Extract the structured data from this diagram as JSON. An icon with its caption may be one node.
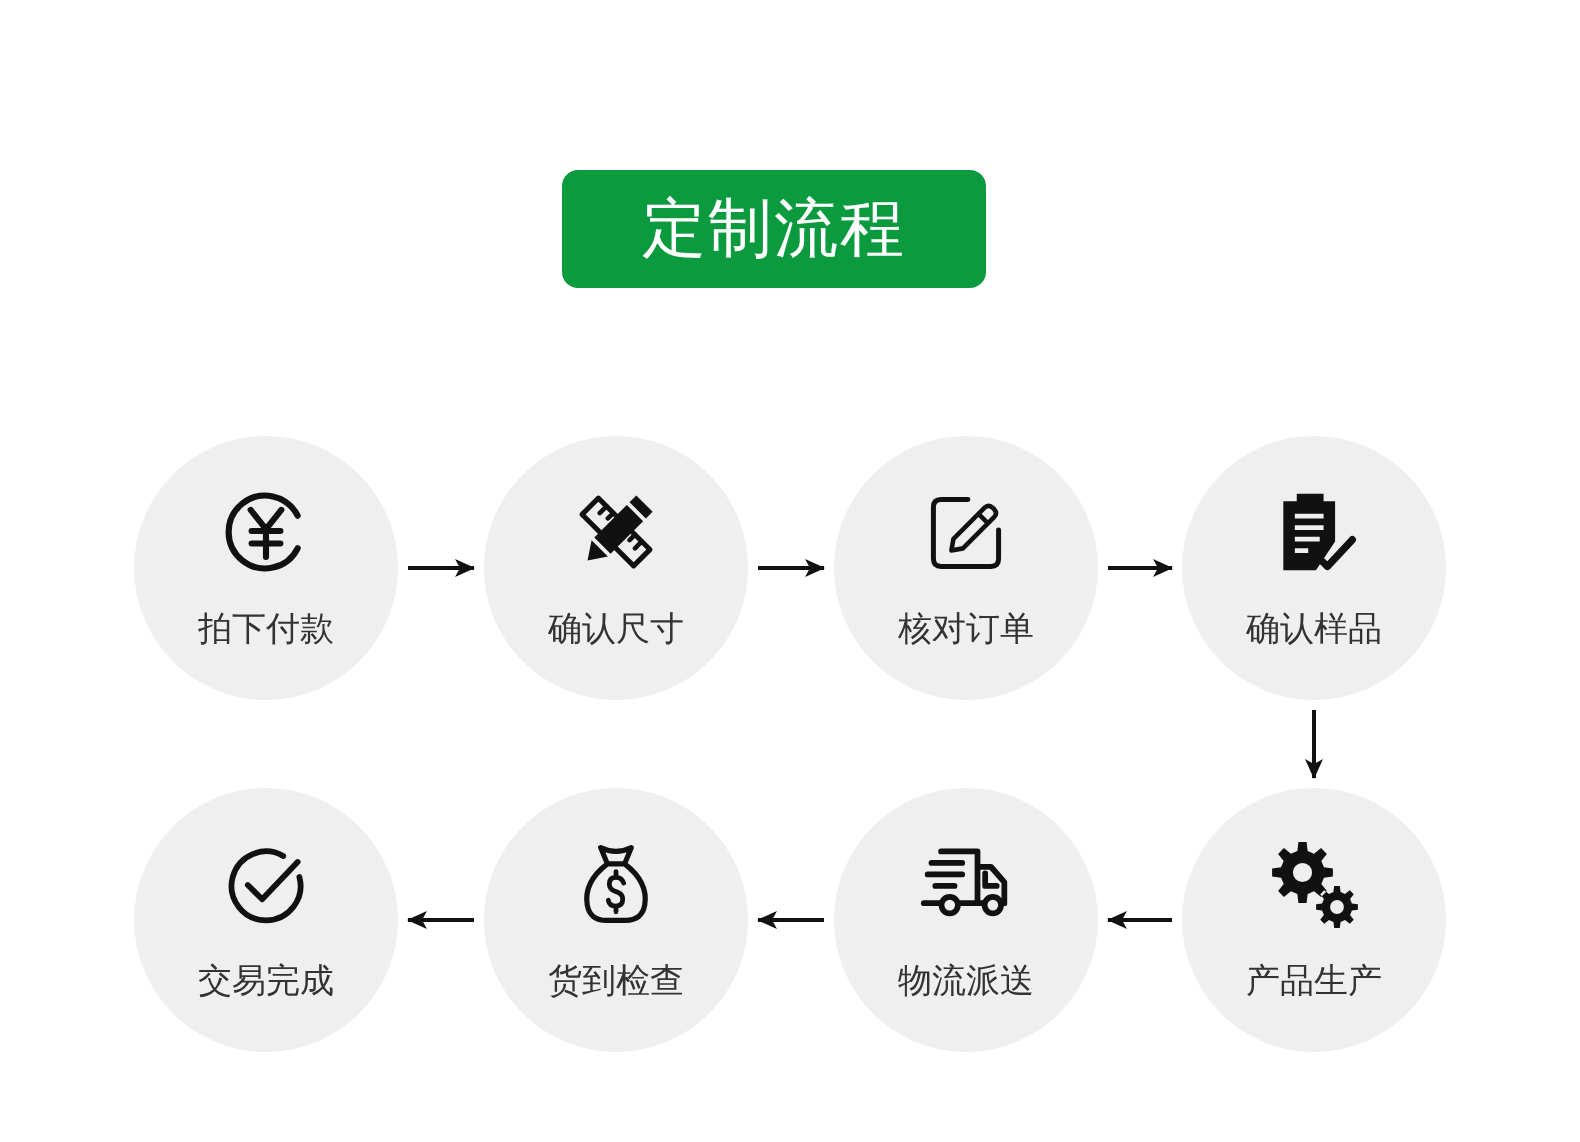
{
  "diagram": {
    "title": "定制流程",
    "nodes": [
      {
        "text": [
          "拍下付款"
        ]
      },
      {
        "text": [
          "确认尺寸"
        ]
      },
      {
        "text": [
          "核对订单"
        ]
      },
      {
        "text": [
          "确认样品"
        ]
      },
      {
        "text": [
          "产品生产"
        ]
      },
      {
        "text": [
          "物流派送"
        ]
      },
      {
        "text": [
          "货到检查"
        ]
      },
      {
        "text": [
          "交易完成"
        ]
      }
    ],
    "edges": [
      {
        "from": 0,
        "to": 1,
        "arrow": "to"
      },
      {
        "from": 1,
        "to": 2,
        "arrow": "to"
      },
      {
        "from": 2,
        "to": 3,
        "arrow": "to"
      },
      {
        "from": 3,
        "to": 4,
        "arrow": "to"
      },
      {
        "from": 4,
        "to": 5,
        "arrow": "to"
      },
      {
        "from": 5,
        "to": 6,
        "arrow": "to"
      },
      {
        "from": 6,
        "to": 7,
        "arrow": "to"
      }
    ]
  }
}
